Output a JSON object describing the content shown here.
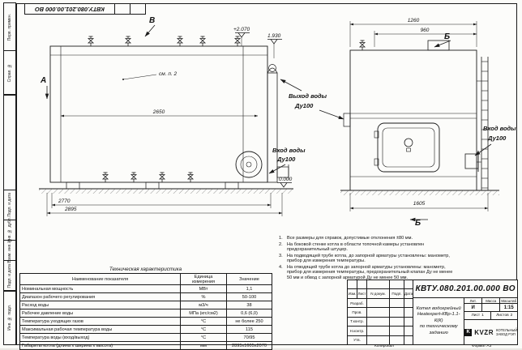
{
  "doc_number": "КВТУ.080.201.00.000 ВО",
  "side_strip": [
    "Перв. примен.",
    "Справ. №",
    "",
    "Подп. и дата",
    "Инв. № дубл.",
    "Взам. инв. №",
    "Подп. и дата",
    "Инв. № подл."
  ],
  "drawing": {
    "dim_2650": "2650",
    "dim_2770": "2770",
    "dim_2895": "2895",
    "dim_1260": "1260",
    "dim_960": "960",
    "dim_1605": "1605",
    "elev_top": "+2.070",
    "elev_flue": "1.930",
    "elev_ground": "0.000",
    "view_a": "А",
    "view_v": "В",
    "view_b": "Б",
    "see_note": "см. п. 2",
    "outlet_label": "Выход воды",
    "outlet_dn": "Ду100",
    "inlet_label": "Вход воды",
    "inlet_dn": "Ду100"
  },
  "tech": {
    "title": "Техническая характеристика",
    "headers": [
      "Наименование показателя",
      "Единица измерения",
      "Значение"
    ],
    "rows": [
      [
        "Номинальная мощность",
        "МВт",
        "1,1"
      ],
      [
        "Диапазон рабочего регулирования",
        "%",
        "50-100"
      ],
      [
        "Расход воды",
        "м3/ч",
        "38"
      ],
      [
        "Рабочее давление воды",
        "МПа (кгс/см2)",
        "0,6 (6,0)"
      ],
      [
        "Температура уходящих газов",
        "°С",
        "не более 250"
      ],
      [
        "Максимальная рабочая температура воды",
        "°С",
        "115"
      ],
      [
        "Температура воды (вход/выход)",
        "°С",
        "70/95"
      ],
      [
        "Габариты котла (длина х ширина х высота)",
        "мм",
        "2895х1605х2070"
      ]
    ]
  },
  "notes": [
    {
      "num": "1.",
      "text": "Все размеры для справок, допустимые отклонения ±80 мм."
    },
    {
      "num": "2.",
      "text": "На боковой стенке котла в области топочной камеры установлен предохранительный штуцер."
    },
    {
      "num": "3.",
      "text": "На подводящей трубе котла, до запорной арматуры установлены: манометр, прибор для измерения температуры."
    },
    {
      "num": "4.",
      "text": "На отводящей трубе котла до запорной арматуры установлены: манометр, прибор для измерения температуры, предохранительный клапан Ду не менее 50 мм и обвод с запорной арматурой Ду не менее 50 мм."
    }
  ],
  "title_block": {
    "header_cells": [
      "Изм.",
      "Лист",
      "N докум.",
      "Подп.",
      "Дата"
    ],
    "sig_rows": [
      "Разраб.",
      "Пров.",
      "Т.контр.",
      "Н.контр.",
      "Утв."
    ],
    "name_line1": "Котел водогрейный",
    "name_line2": "Heatexpert-КВр-1.1-К(К)",
    "name_line3": "по техническому заданию",
    "lit_label": "Лит.",
    "lit_value": "И",
    "mass_label": "Масса",
    "mass_value": "",
    "scale_label": "Масштаб",
    "scale_value": "1:15",
    "sheet_label": "Лист",
    "sheet_value": "1",
    "sheets_label": "Листов",
    "sheets_value": "2",
    "logo_mark": "K",
    "logo_text": "KVZR",
    "company_line1": "КОТЕЛЬНЫЙ",
    "company_line2": "ЗАВОД РЭП"
  },
  "bottom": {
    "kopiroval": "Копировал",
    "format": "Формат  А3"
  }
}
